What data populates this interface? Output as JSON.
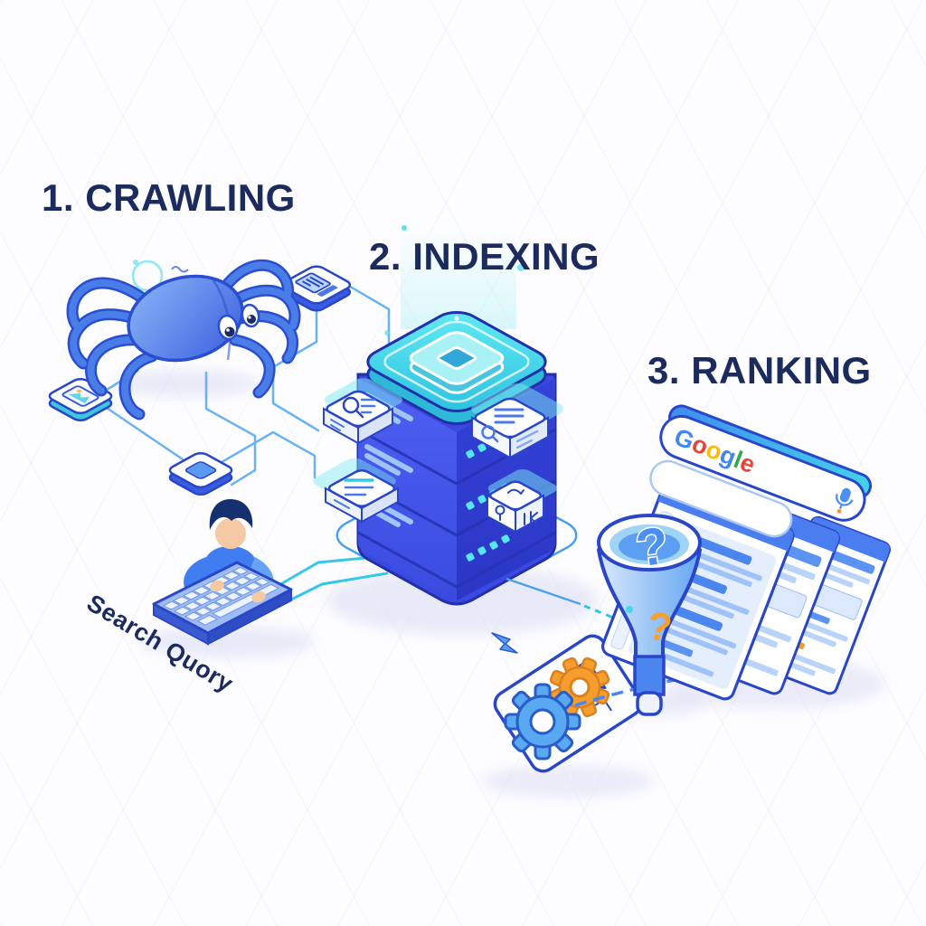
{
  "labels": {
    "step1": "1. CRAWLING",
    "step2": "2. INDEXING",
    "step3": "3. RANKING",
    "search_query": "Search Quory",
    "funnel_question_top": "?",
    "funnel_question_body": "?"
  },
  "google": {
    "letters": [
      {
        "ch": "G",
        "color": "#4285F4"
      },
      {
        "ch": "o",
        "color": "#EA4335"
      },
      {
        "ch": "o",
        "color": "#FBBC05"
      },
      {
        "ch": "g",
        "color": "#4285F4"
      },
      {
        "ch": "l",
        "color": "#34A853"
      },
      {
        "ch": "e",
        "color": "#EA4335"
      }
    ]
  },
  "colors": {
    "heading": "#1c2b5e",
    "outline": "#2a46c8",
    "connector": "#5aabf2",
    "cyan": "#35c8e8",
    "orange": "#f59a2b",
    "spider_blue": "#4a7de8",
    "server_left_face": "#4a5cee",
    "server_right_face": "#3343d6",
    "server_top": "#45dcea",
    "window_header": "#4a7df0",
    "skin": "#f4c9a4",
    "shadow": "#d9daf3"
  },
  "icons": {
    "crawler": "spider-icon",
    "index": "server-stack-icon",
    "ranking": "funnel-icon",
    "results": "browser-windows-icon",
    "search": "google-search-bar",
    "voice": "mic-icon",
    "user": "person-typing-icon",
    "processing": "gears-icon"
  }
}
